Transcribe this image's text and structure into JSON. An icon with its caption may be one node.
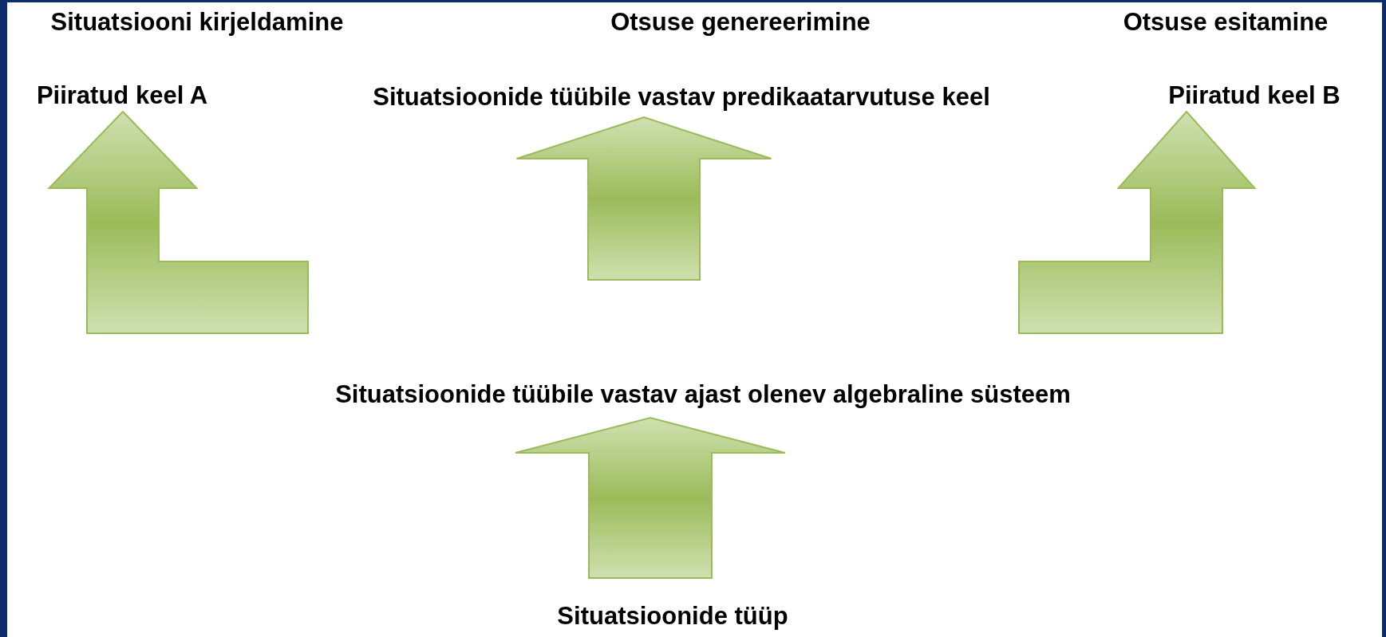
{
  "diagram": {
    "nodes": [
      {
        "text": [
          "Piiratud keel A"
        ]
      },
      {
        "text": [
          "Situatsioonide tüübile vastav predikaatarvutuse keel"
        ]
      },
      {
        "text": [
          "Piiratud keel B"
        ]
      },
      {
        "text": [
          "Situatsioonide tüübile vastav ajast olenev algebraline süsteem"
        ]
      },
      {
        "text": [
          "Situatsioonide tüüp"
        ]
      }
    ],
    "edges": [
      {
        "from": 3,
        "to": 0,
        "arrow": "to"
      },
      {
        "from": 3,
        "to": 1,
        "arrow": "to"
      },
      {
        "from": 3,
        "to": 2,
        "arrow": "to"
      },
      {
        "from": 4,
        "to": 3,
        "arrow": "to"
      }
    ],
    "labels": [
      "Situatsiooni kirjeldamine",
      "Otsuse genereerimine",
      "Otsuse esitamine"
    ]
  }
}
